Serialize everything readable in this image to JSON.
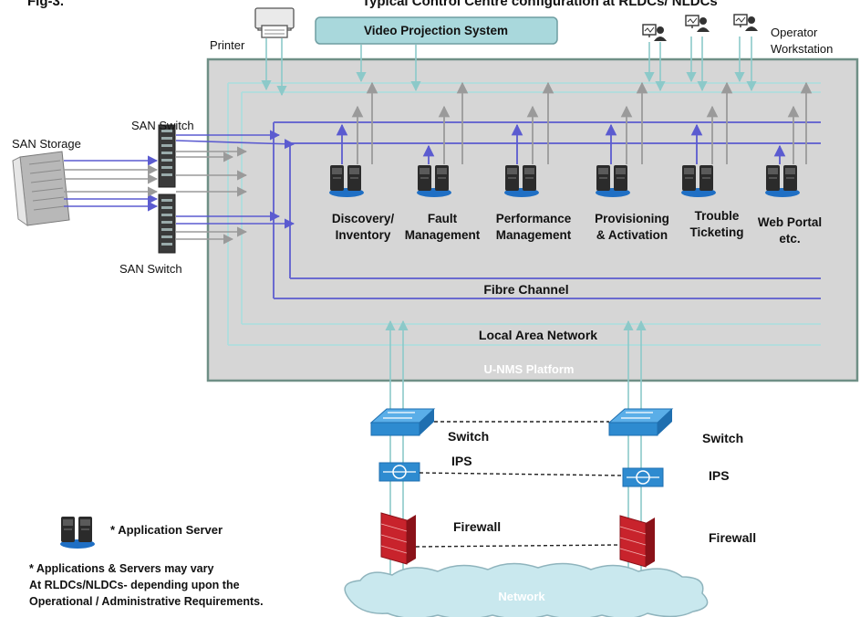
{
  "header": {
    "fig_label": "Fig-3.",
    "title": "Typical Control Centre configuration at RLDCs/ NLDCs"
  },
  "labels": {
    "printer": "Printer",
    "video_projection": "Video Projection System",
    "operator_workstation_line1": "Operator",
    "operator_workstation_line2": "Workstation",
    "san_storage": "SAN Storage",
    "san_switch_top": "SAN Switch",
    "san_switch_bottom": "SAN Switch",
    "fibre_channel": "Fibre Channel",
    "lan": "Local Area Network",
    "platform": "U-NMS Platform",
    "network": "Network"
  },
  "applications": [
    {
      "line1": "Discovery/",
      "line2": "Inventory"
    },
    {
      "line1": "Fault",
      "line2": "Management"
    },
    {
      "line1": "Performance",
      "line2": "Management"
    },
    {
      "line1": "Provisioning",
      "line2": "& Activation"
    },
    {
      "line1": "Trouble",
      "line2": "Ticketing"
    },
    {
      "line1": "Web Portal",
      "line2": "etc."
    }
  ],
  "security": {
    "switch_left": "Switch",
    "switch_right": "Switch",
    "ips_left": "IPS",
    "ips_right": "IPS",
    "firewall_left": "Firewall",
    "firewall_right": "Firewall"
  },
  "legend": {
    "app_server": "* Application Server",
    "note_line1": "* Applications & Servers may vary",
    "note_line2": "At RLDCs/NLDCs- depending upon the",
    "note_line3": "Operational / Administrative Requirements."
  },
  "colors": {
    "platform_fill": "#d6d6d6",
    "platform_border": "#6f8f86",
    "fibre": "#6a6ad0",
    "lan": "#a9dede",
    "gray_arrow": "#9a9a9a",
    "projection_fill": "#a9d8dc",
    "switch_blue": "#2e8bd0",
    "firewall_red": "#c8232c"
  }
}
